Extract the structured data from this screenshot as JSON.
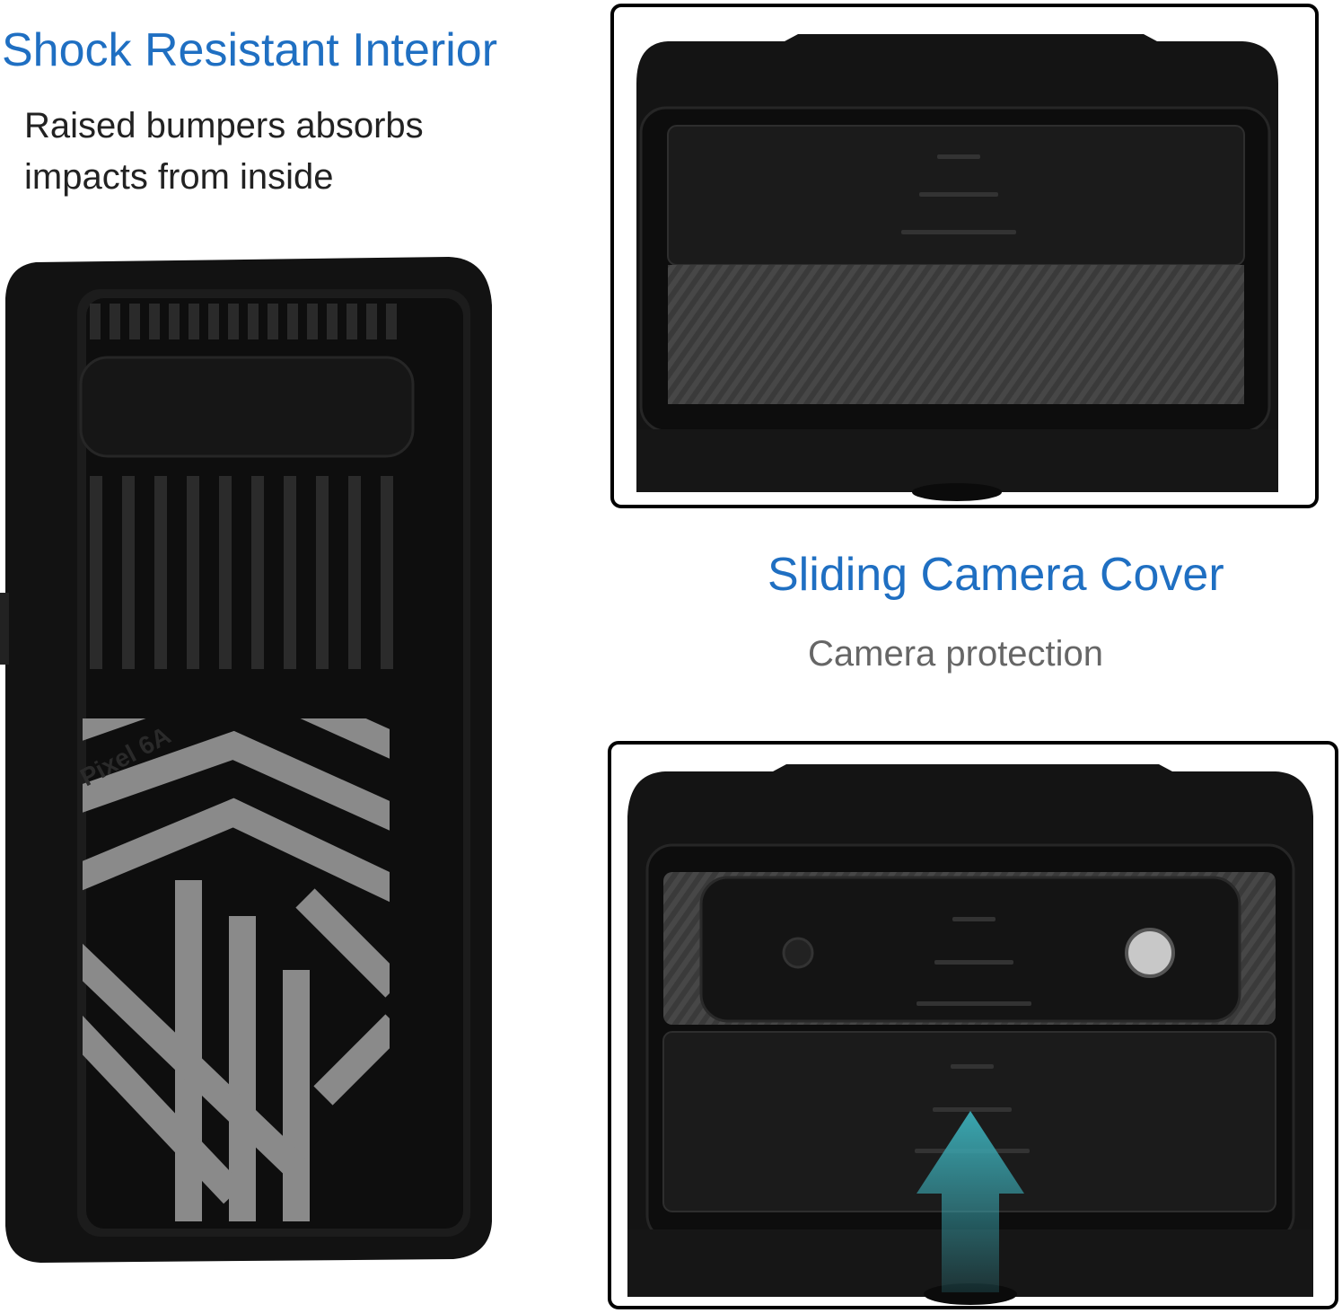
{
  "shock": {
    "title": "Shock Resistant Interior",
    "line1": "Raised bumpers absorbs",
    "line2": "impacts from inside"
  },
  "slide": {
    "title": "Sliding Camera Cover",
    "subtitle": "Camera protection"
  },
  "case": {
    "model_label": "Pixel 6A"
  },
  "colors": {
    "heading": "#1f6fc2",
    "case_black": "#141414",
    "pattern_gray": "#8a8a8a",
    "arrow_teal": "#3aa6b0"
  }
}
